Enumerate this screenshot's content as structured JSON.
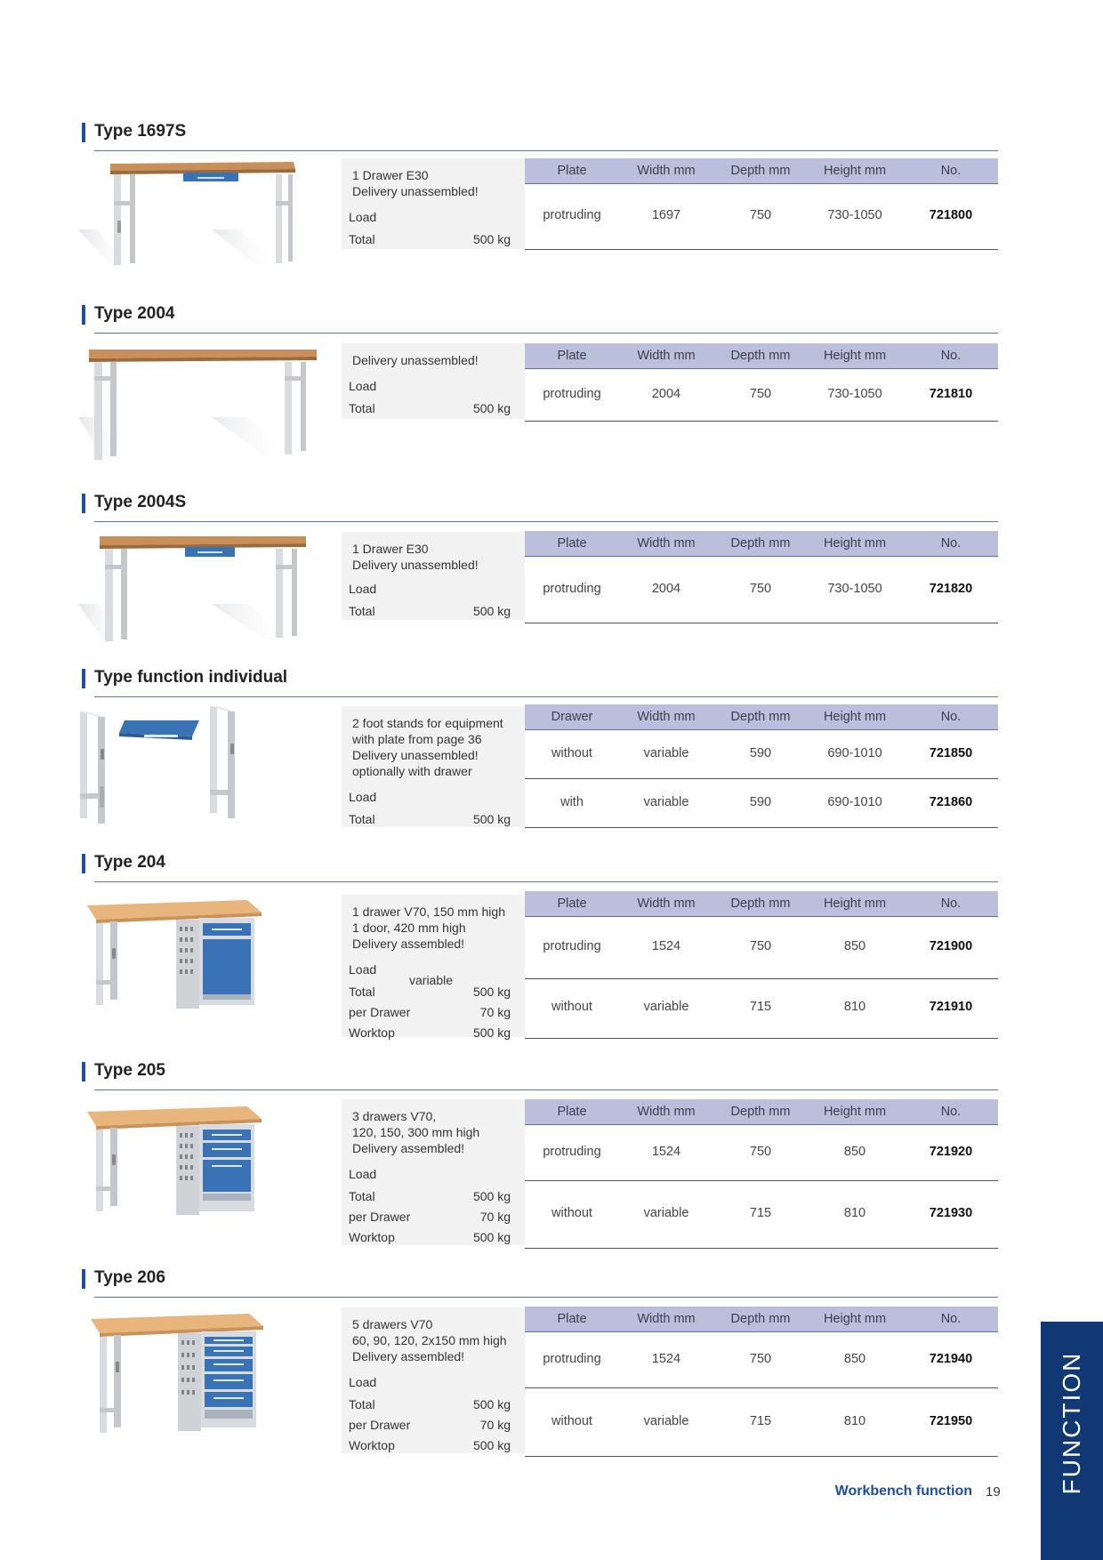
{
  "sections": [
    {
      "title": "Type 1697S",
      "image": "workbench-with-drawer-icon",
      "info": [
        "1 Drawer E30",
        "Delivery unassembled!"
      ],
      "load_label": "Load",
      "loads": [
        {
          "label": "Total",
          "value": "500 kg"
        }
      ],
      "headers": [
        "Plate",
        "Width mm",
        "Depth mm",
        "Height mm",
        "No."
      ],
      "rows": [
        [
          "protruding",
          "1697",
          "750",
          "730-1050",
          "721800"
        ]
      ]
    },
    {
      "title": "Type 2004",
      "image": "workbench-icon",
      "info": [
        "Delivery unassembled!"
      ],
      "load_label": "Load",
      "loads": [
        {
          "label": "Total",
          "value": "500 kg"
        }
      ],
      "headers": [
        "Plate",
        "Width mm",
        "Depth mm",
        "Height mm",
        "No."
      ],
      "rows": [
        [
          "protruding",
          "2004",
          "750",
          "730-1050",
          "721810"
        ]
      ]
    },
    {
      "title": "Type 2004S",
      "image": "workbench-with-drawer-icon",
      "info": [
        "1 Drawer E30",
        "Delivery unassembled!"
      ],
      "load_label": "Load",
      "loads": [
        {
          "label": "Total",
          "value": "500 kg"
        }
      ],
      "headers": [
        "Plate",
        "Width mm",
        "Depth mm",
        "Height mm",
        "No."
      ],
      "rows": [
        [
          "protruding",
          "2004",
          "750",
          "730-1050",
          "721820"
        ]
      ]
    },
    {
      "title": "Type function individual",
      "image": "foot-stands-icon",
      "info": [
        "2 foot stands for equipment",
        "with plate from page 36",
        "Delivery unassembled!",
        "optionally with drawer"
      ],
      "load_label": "Load",
      "loads": [
        {
          "label": "Total",
          "value": "500 kg"
        }
      ],
      "headers": [
        "Drawer",
        "Width mm",
        "Depth mm",
        "Height mm",
        "No."
      ],
      "rows": [
        [
          "without",
          "variable",
          "590",
          "690-1010",
          "721850"
        ],
        [
          "with",
          "variable",
          "590",
          "690-1010",
          "721860"
        ]
      ]
    },
    {
      "title": "Type 204",
      "image": "workbench-cabinet-door-icon",
      "info": [
        "1 drawer V70, 150 mm high",
        "1 door, 420 mm high",
        "Delivery assembled!"
      ],
      "load_label": "Load",
      "load_note": "variable",
      "loads": [
        {
          "label": "Total",
          "value": "500 kg"
        },
        {
          "label": "per Drawer",
          "value": "70 kg"
        },
        {
          "label": "Worktop",
          "value": "500 kg"
        }
      ],
      "headers": [
        "Plate",
        "Width mm",
        "Depth mm",
        "Height mm",
        "No."
      ],
      "rows": [
        [
          "protruding",
          "1524",
          "750",
          "850",
          "721900"
        ],
        [
          "without",
          "variable",
          "715",
          "810",
          "721910"
        ]
      ]
    },
    {
      "title": "Type 205",
      "image": "workbench-cabinet-3-drawers-icon",
      "info": [
        "3 drawers V70,",
        "120, 150, 300 mm high",
        "Delivery assembled!"
      ],
      "load_label": "Load",
      "loads": [
        {
          "label": "Total",
          "value": "500 kg"
        },
        {
          "label": "per Drawer",
          "value": "70 kg"
        },
        {
          "label": "Worktop",
          "value": "500 kg"
        }
      ],
      "headers": [
        "Plate",
        "Width mm",
        "Depth mm",
        "Height mm",
        "No."
      ],
      "rows": [
        [
          "protruding",
          "1524",
          "750",
          "850",
          "721920"
        ],
        [
          "without",
          "variable",
          "715",
          "810",
          "721930"
        ]
      ]
    },
    {
      "title": "Type 206",
      "image": "workbench-cabinet-5-drawers-icon",
      "info": [
        "5 drawers V70",
        "60, 90, 120, 2x150 mm high",
        "Delivery assembled!"
      ],
      "load_label": "Load",
      "loads": [
        {
          "label": "Total",
          "value": "500 kg"
        },
        {
          "label": "per Drawer",
          "value": "70 kg"
        },
        {
          "label": "Worktop",
          "value": "500 kg"
        }
      ],
      "headers": [
        "Plate",
        "Width mm",
        "Depth mm",
        "Height mm",
        "No."
      ],
      "rows": [
        [
          "protruding",
          "1524",
          "750",
          "850",
          "721940"
        ],
        [
          "without",
          "variable",
          "715",
          "810",
          "721950"
        ]
      ]
    }
  ],
  "side_tab": "FUNCTION",
  "footer": {
    "title": "Workbench function",
    "page": "19"
  },
  "colors": {
    "accent": "#1f4f9a",
    "table_header": "#bbbfdb",
    "info_bg": "#f2f2f2",
    "side_tab": "#0f3875",
    "drawer_blue": "#3a73b5",
    "wood": "#d9a06a"
  }
}
